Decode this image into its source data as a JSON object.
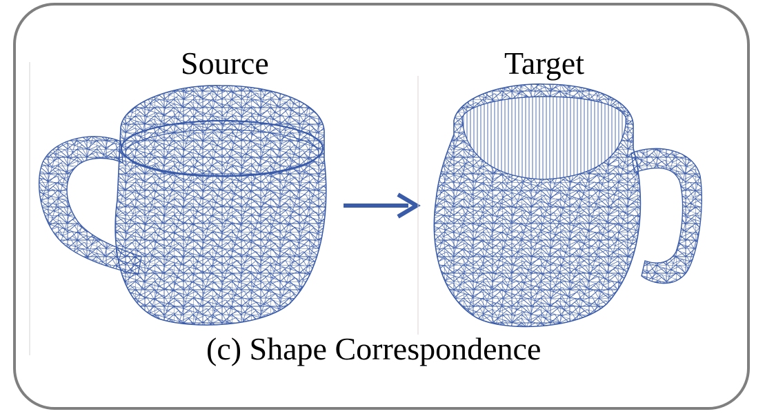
{
  "labels": {
    "source": "Source",
    "target": "Target"
  },
  "caption": "(c) Shape Correspondence",
  "colors": {
    "frame": "#7f7f7f",
    "mesh": "#3a5ba8",
    "arrow": "#3a5ba8"
  }
}
